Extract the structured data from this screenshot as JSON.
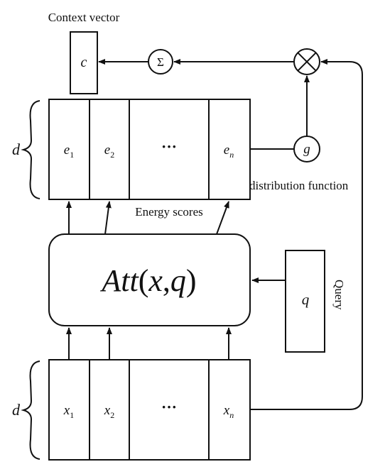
{
  "labels": {
    "context_vector_title": "Context vector",
    "context_symbol": "c",
    "sum_symbol": "Σ",
    "distribution_symbol": "g",
    "distribution_label": "distribution function",
    "energy_scores_label": "Energy scores",
    "dimension_top": "d",
    "dimension_bottom": "d",
    "query_symbol": "q",
    "query_label": "Query"
  },
  "attention": {
    "name": "Att",
    "open": "(",
    "arg1": "x",
    "comma": ",",
    "arg2": "q",
    "close": ")"
  },
  "energy_cells": [
    {
      "base": "e",
      "sub": "1"
    },
    {
      "base": "e",
      "sub": "2"
    },
    {
      "base": "···",
      "sub": ""
    },
    {
      "base": "e",
      "sub": "n"
    }
  ],
  "input_cells": [
    {
      "base": "x",
      "sub": "1"
    },
    {
      "base": "x",
      "sub": "2"
    },
    {
      "base": "···",
      "sub": ""
    },
    {
      "base": "x",
      "sub": "n"
    }
  ]
}
